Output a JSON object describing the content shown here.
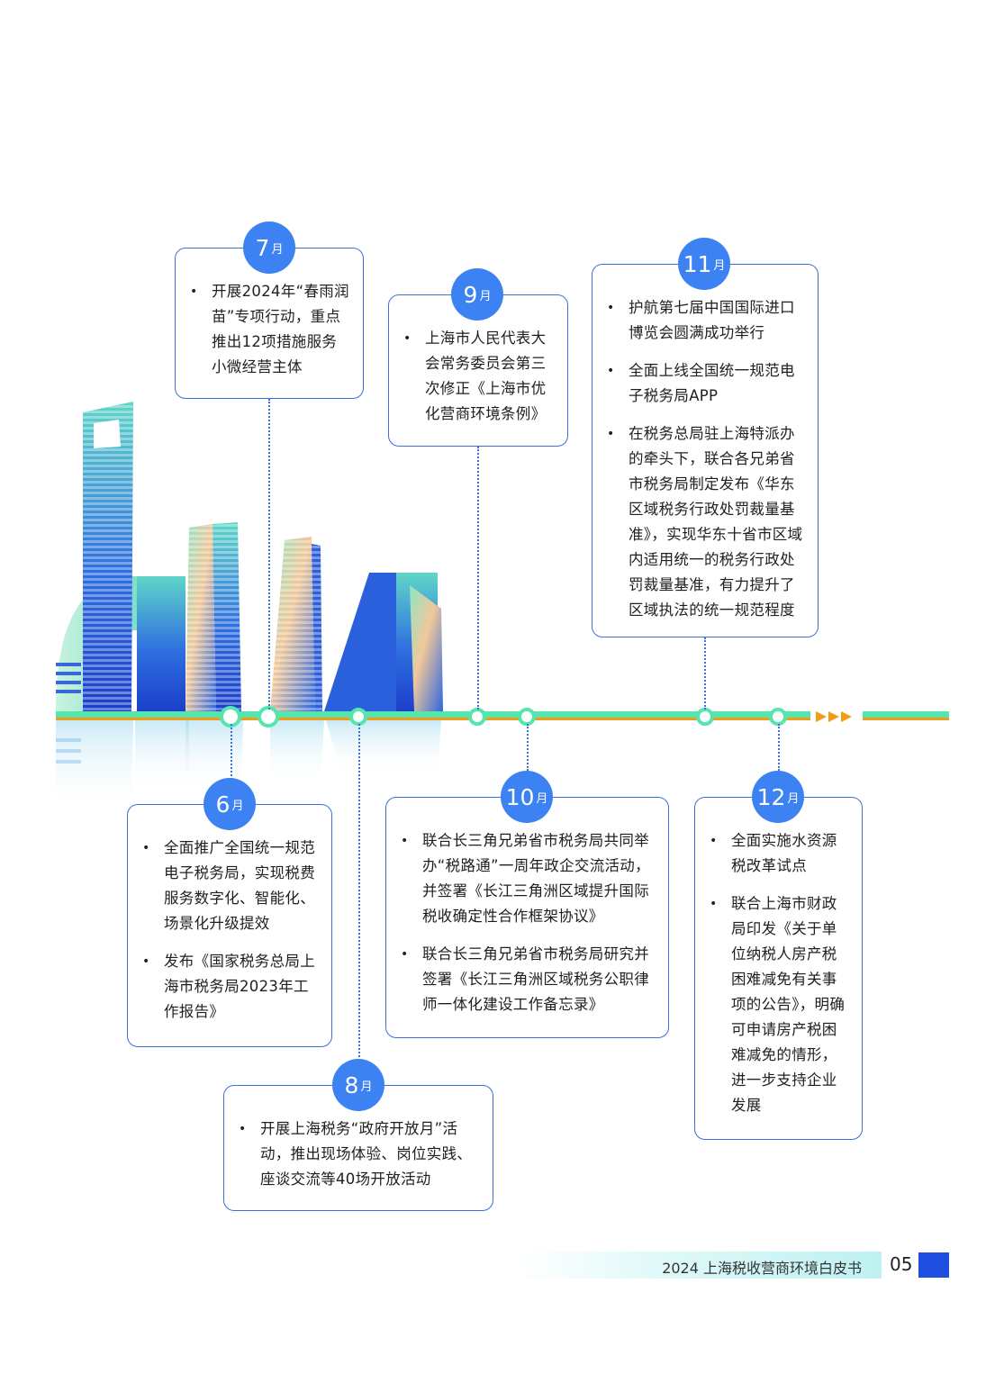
{
  "colors": {
    "accent": "#3d82f3",
    "card_border": "#3d6fe0",
    "timeline_green": "#55e6b0",
    "timeline_orange": "#f29b16",
    "footer_square": "#1f4fe0"
  },
  "timeline": {
    "arrow_icon": "triple-arrow-right-icon"
  },
  "months": {
    "m6": {
      "num": "6",
      "unit": "月",
      "items": [
        "全面推广全国统一规范电子税务局，实现税费服务数字化、智能化、场景化升级提效",
        "发布《国家税务总局上海市税务局2023年工作报告》"
      ]
    },
    "m7": {
      "num": "7",
      "unit": "月",
      "items": [
        "开展2024年“春雨润苗”专项行动，重点推出12项措施服务小微经营主体"
      ]
    },
    "m8": {
      "num": "8",
      "unit": "月",
      "items": [
        "开展上海税务“政府开放月”活动，推出现场体验、岗位实践、座谈交流等40场开放活动"
      ]
    },
    "m9": {
      "num": "9",
      "unit": "月",
      "items": [
        "上海市人民代表大会常务委员会第三次修正《上海市优化营商环境条例》"
      ]
    },
    "m10": {
      "num": "10",
      "unit": "月",
      "items": [
        "联合长三角兄弟省市税务局共同举办“税路通”一周年政企交流活动，并签署《长江三角洲区域提升国际税收确定性合作框架协议》",
        "联合长三角兄弟省市税务局研究并签署《长江三角洲区域税务公职律师一体化建设工作备忘录》"
      ]
    },
    "m11": {
      "num": "11",
      "unit": "月",
      "items": [
        "护航第七届中国国际进口博览会圆满成功举行",
        "全面上线全国统一规范电子税务局APP",
        "在税务总局驻上海特派办的牵头下，联合各兄弟省市税务局制定发布《华东区域税务行政处罚裁量基准》，实现华东十省市区域内适用统一的税务行政处罚裁量基准，有力提升了区域执法的统一规范程度"
      ]
    },
    "m12": {
      "num": "12",
      "unit": "月",
      "items": [
        "全面实施水资源税改革试点",
        "联合上海市财政局印发《关于单位纳税人房产税困难减免有关事项的公告》，明确可申请房产税困难减免的情形，进一步支持企业发展"
      ]
    }
  },
  "footer": {
    "title": "2024 上海税收营商环境白皮书",
    "page": "05"
  }
}
